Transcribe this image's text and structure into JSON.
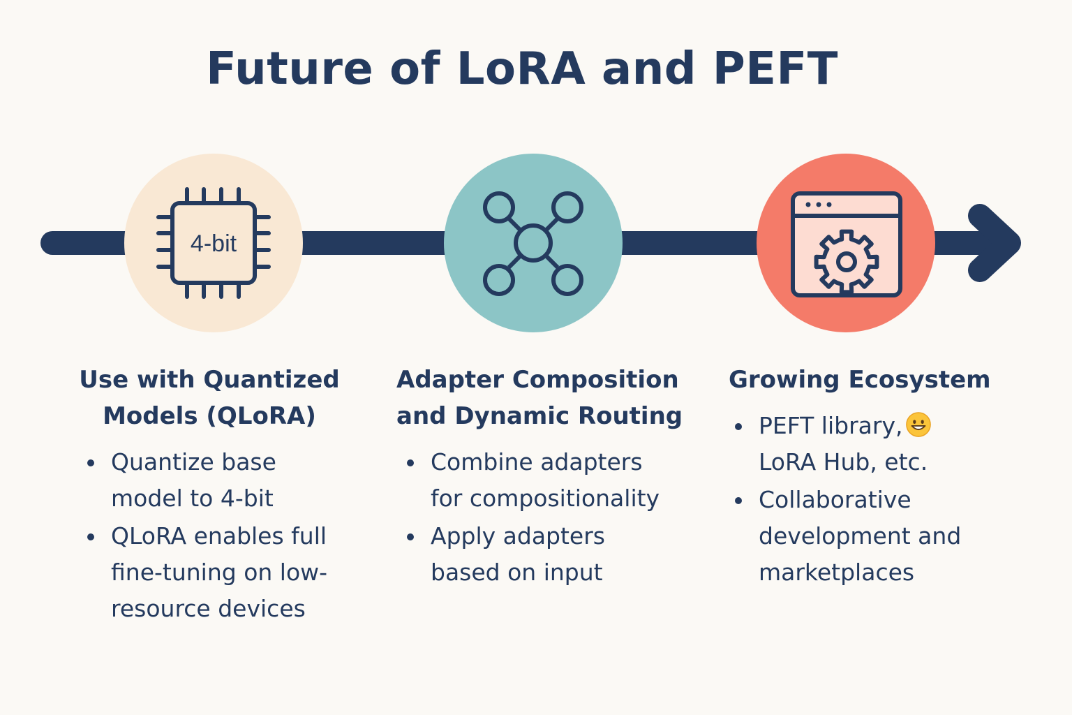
{
  "title": "Future of LoRA and PEFT",
  "colors": {
    "navy": "#243a5e",
    "circle_1": "#f9e8d4",
    "circle_2": "#8cc5c6",
    "circle_3": "#f47b69",
    "window_fill": "#fddcd2"
  },
  "stages": [
    {
      "icon": "chip-icon",
      "icon_text": "4-bit",
      "heading_lines": [
        "Use with Quantized",
        "Models (QLoRA)"
      ],
      "bullets": [
        {
          "lines": [
            "Quantize base",
            "model to 4-bit"
          ]
        },
        {
          "lines": [
            "QLoRA enables full",
            "fine-tuning on low-",
            "resource devices"
          ]
        }
      ]
    },
    {
      "icon": "network-nodes-icon",
      "heading_lines": [
        "Adapter Composition",
        "and Dynamic Routing"
      ],
      "bullets": [
        {
          "lines": [
            "Combine adapters",
            "for compositionality"
          ]
        },
        {
          "lines": [
            "Apply adapters",
            "based on input"
          ]
        }
      ]
    },
    {
      "icon": "window-gear-icon",
      "heading_lines": [
        "Growing Ecosystem"
      ],
      "bullets": [
        {
          "lines": [
            "PEFT library,",
            "LoRA Hub, etc."
          ],
          "emoji": "smiley-emoji-icon"
        },
        {
          "lines": [
            "Collaborative",
            "development and",
            "marketplaces"
          ]
        }
      ]
    }
  ]
}
